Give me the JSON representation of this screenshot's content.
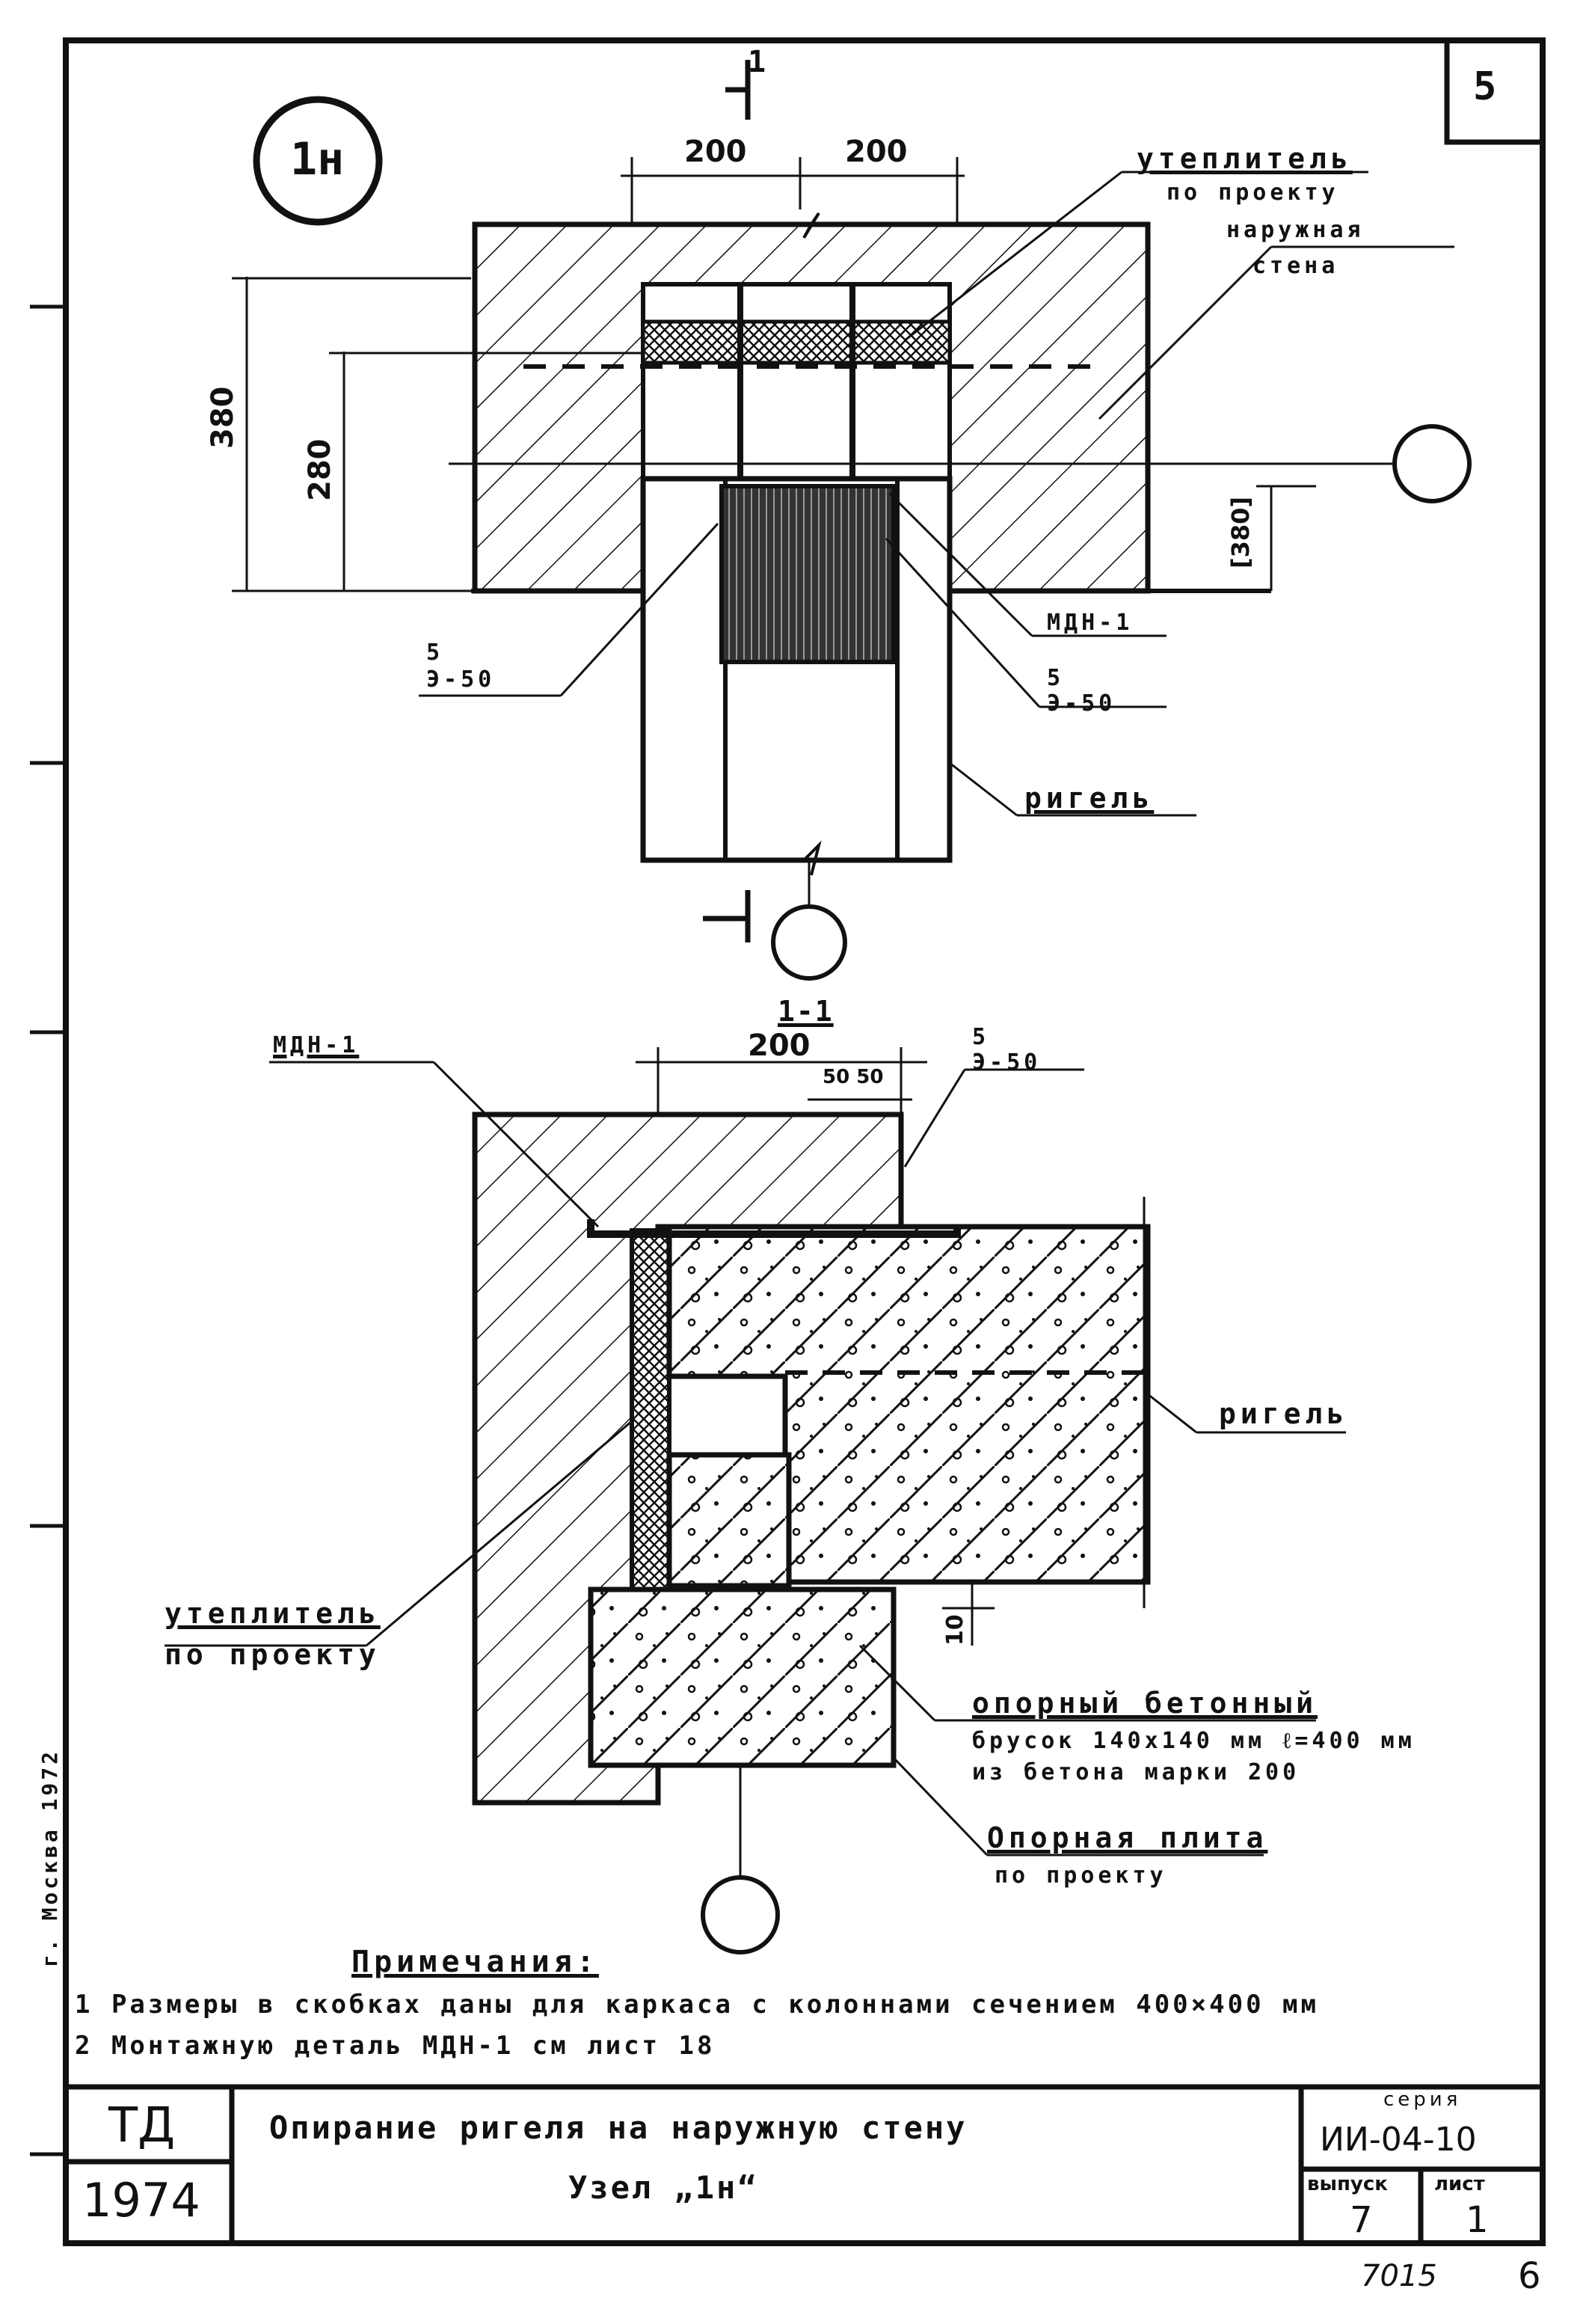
{
  "sheet_number": "5",
  "node_mark": "1н",
  "plan": {
    "section_mark": "1",
    "dimensions": {
      "width_left": "200",
      "width_right": "200",
      "height_total": "380",
      "height_inner": "280",
      "height_right": "[380]"
    },
    "labels": {
      "insulation_line1": "утеплитель",
      "insulation_line2": "по проекту",
      "outer_wall_line1": "наружная",
      "outer_wall_line2": "стена",
      "mdn": "МДН-1",
      "weld_left": "5\nЭ-50",
      "weld_right": "5\nЭ-50",
      "beam": "ригель"
    }
  },
  "section": {
    "title": "1-1",
    "dimensions": {
      "width": "200",
      "gap": "50 50",
      "bottom_gap": "10"
    },
    "labels": {
      "mdn": "МДН-1",
      "weld": "5\nЭ-50",
      "beam": "ригель",
      "insulation_line1": "утеплитель",
      "insulation_line2": "по проекту",
      "block_line1": "опорный бетонный",
      "block_line2": "брусок 140х140 мм ℓ=400 мм",
      "block_line3": "из бетона марки 200",
      "plate_line1": "Опорная плита",
      "plate_line2": "по проекту"
    }
  },
  "notes": {
    "title": "Примечания:",
    "line1": "1 Размеры в скобках даны для каркаса с колоннами сечением 400×400 мм",
    "line2": "2 Монтажную деталь МДН-1 см лист 18"
  },
  "side_stamp": "г. Москва 1972",
  "title_block": {
    "org": "ТД",
    "year": "1974",
    "title_line1": "Опирание ригеля на наружную стену",
    "title_line2": "Узел „1н“",
    "series_label": "серия",
    "series_value": "ИИ-04-10",
    "issue_label": "выпуск",
    "issue_value": "7",
    "sheet_label": "лист",
    "sheet_value": "1"
  },
  "footer": {
    "stamp": "7015",
    "page": "6"
  }
}
